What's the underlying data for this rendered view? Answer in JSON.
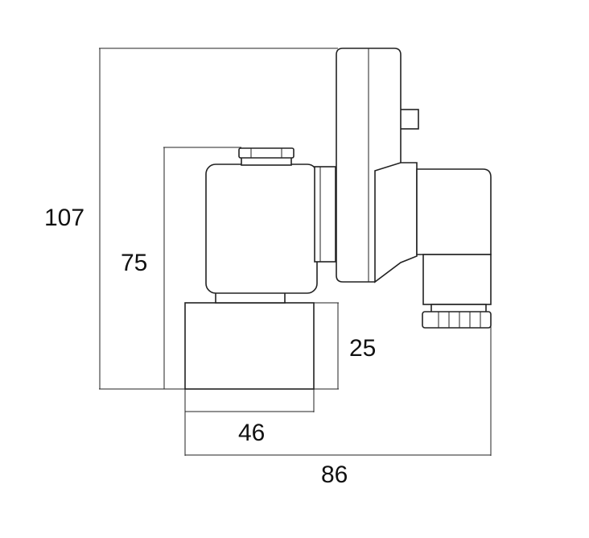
{
  "diagram": {
    "dimensions": {
      "overall_height": "107",
      "coil_height": "75",
      "body_height": "25",
      "body_width": "46",
      "overall_width": "86"
    }
  }
}
